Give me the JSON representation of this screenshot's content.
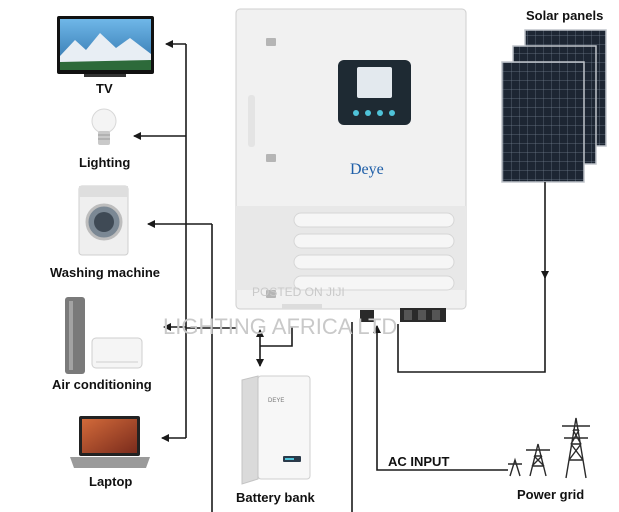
{
  "loads": [
    {
      "label": "TV",
      "icon": "tv-icon"
    },
    {
      "label": "Lighting",
      "icon": "light-bulb-icon"
    },
    {
      "label": "Washing machine",
      "icon": "washing-machine-icon"
    },
    {
      "label": "Air conditioning",
      "icon": "air-conditioner-icon"
    },
    {
      "label": "Laptop",
      "icon": "laptop-icon"
    }
  ],
  "sources": {
    "solar": "Solar panels",
    "battery": "Battery bank",
    "grid": "Power grid",
    "ac_input": "AC INPUT"
  },
  "inverter": {
    "brand": "Deye",
    "battery_brand": "DEYE"
  },
  "watermark": {
    "line1": "POSTED ON JIJI",
    "line2": "LIGHTING AFRICA LTD"
  },
  "colors": {
    "line": "#1a1a1a",
    "inverter_body": "#f2f2f2",
    "screen": "#1e2a33",
    "brand": "#1f5fa8",
    "panel": "#1c2430"
  }
}
